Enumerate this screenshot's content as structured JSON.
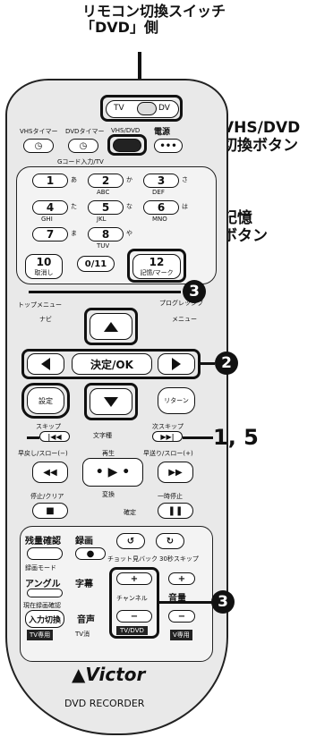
{
  "callouts": {
    "remote_switch": "リモコン切換スイッチ",
    "remote_switch_dvd": "「DVD」側",
    "vhs_dvd_switch_1": "VHS/DVD",
    "vhs_dvd_switch_2": "切換ボタン",
    "memory_1": "記憶",
    "memory_2": "ボタン",
    "step_3a": "3",
    "step_2": "2",
    "step_1_5": "1, 5",
    "step_3b": "3"
  },
  "remote": {
    "tv": "TV",
    "dv": "DV",
    "vhs_timer": "VHSタイマー",
    "dvd_timer": "DVDタイマー",
    "vhs_dvd": "VHS/DVD",
    "power": "電源",
    "gcode": "Gコード入力/TV",
    "digits": [
      {
        "n": "1",
        "s": "あ",
        "sub": ""
      },
      {
        "n": "2",
        "s": "か",
        "sub": "ABC"
      },
      {
        "n": "3",
        "s": "さ",
        "sub": "DEF"
      },
      {
        "n": "4",
        "s": "た",
        "sub": "GHI"
      },
      {
        "n": "5",
        "s": "な",
        "sub": "JKL"
      },
      {
        "n": "6",
        "s": "は",
        "sub": "MNO"
      },
      {
        "n": "7",
        "s": "ま",
        "sub": ""
      },
      {
        "n": "8",
        "s": "や",
        "sub": "TUV"
      },
      {
        "n": "",
        "s": "",
        "sub": ""
      }
    ],
    "ten": "10",
    "ten_sub": "取消し",
    "zero": "0/11",
    "twelve": "12",
    "twelve_sub": "記憶/マーク",
    "top_menu": "トップメニュー",
    "navi": "ナビ",
    "program": "プログレッシブ",
    "menu": "メニュー",
    "ok": "決定/OK",
    "setup": "設定",
    "return": "リターン",
    "skip_back": "スキップ",
    "text": "文字種",
    "skip_next": "次スキップ",
    "rew_label": "早戻し/スロー(−)",
    "play_label": "再生",
    "ff_label": "早送り/スロー(+)",
    "stop_label": "停止/クリア",
    "convert": "変換",
    "pause_label": "一時停止",
    "confirm": "確定",
    "remaining": "残量確認",
    "record": "録画",
    "rec_mode": "録画モード",
    "chotto": "チョット見バック",
    "skip30": "30秒スキップ",
    "angle": "アングル",
    "subtitle": "字幕",
    "current_rec": "現在録画確認",
    "input_switch": "入力切換",
    "tv_only": "TV専用",
    "audio": "音声",
    "tv_off": "TV消",
    "channel": "チャンネル",
    "tv_dvd": "TV/DVD",
    "volume": "音量",
    "v_only": "V専用",
    "brand": "Victor",
    "model": "DVD RECORDER"
  }
}
